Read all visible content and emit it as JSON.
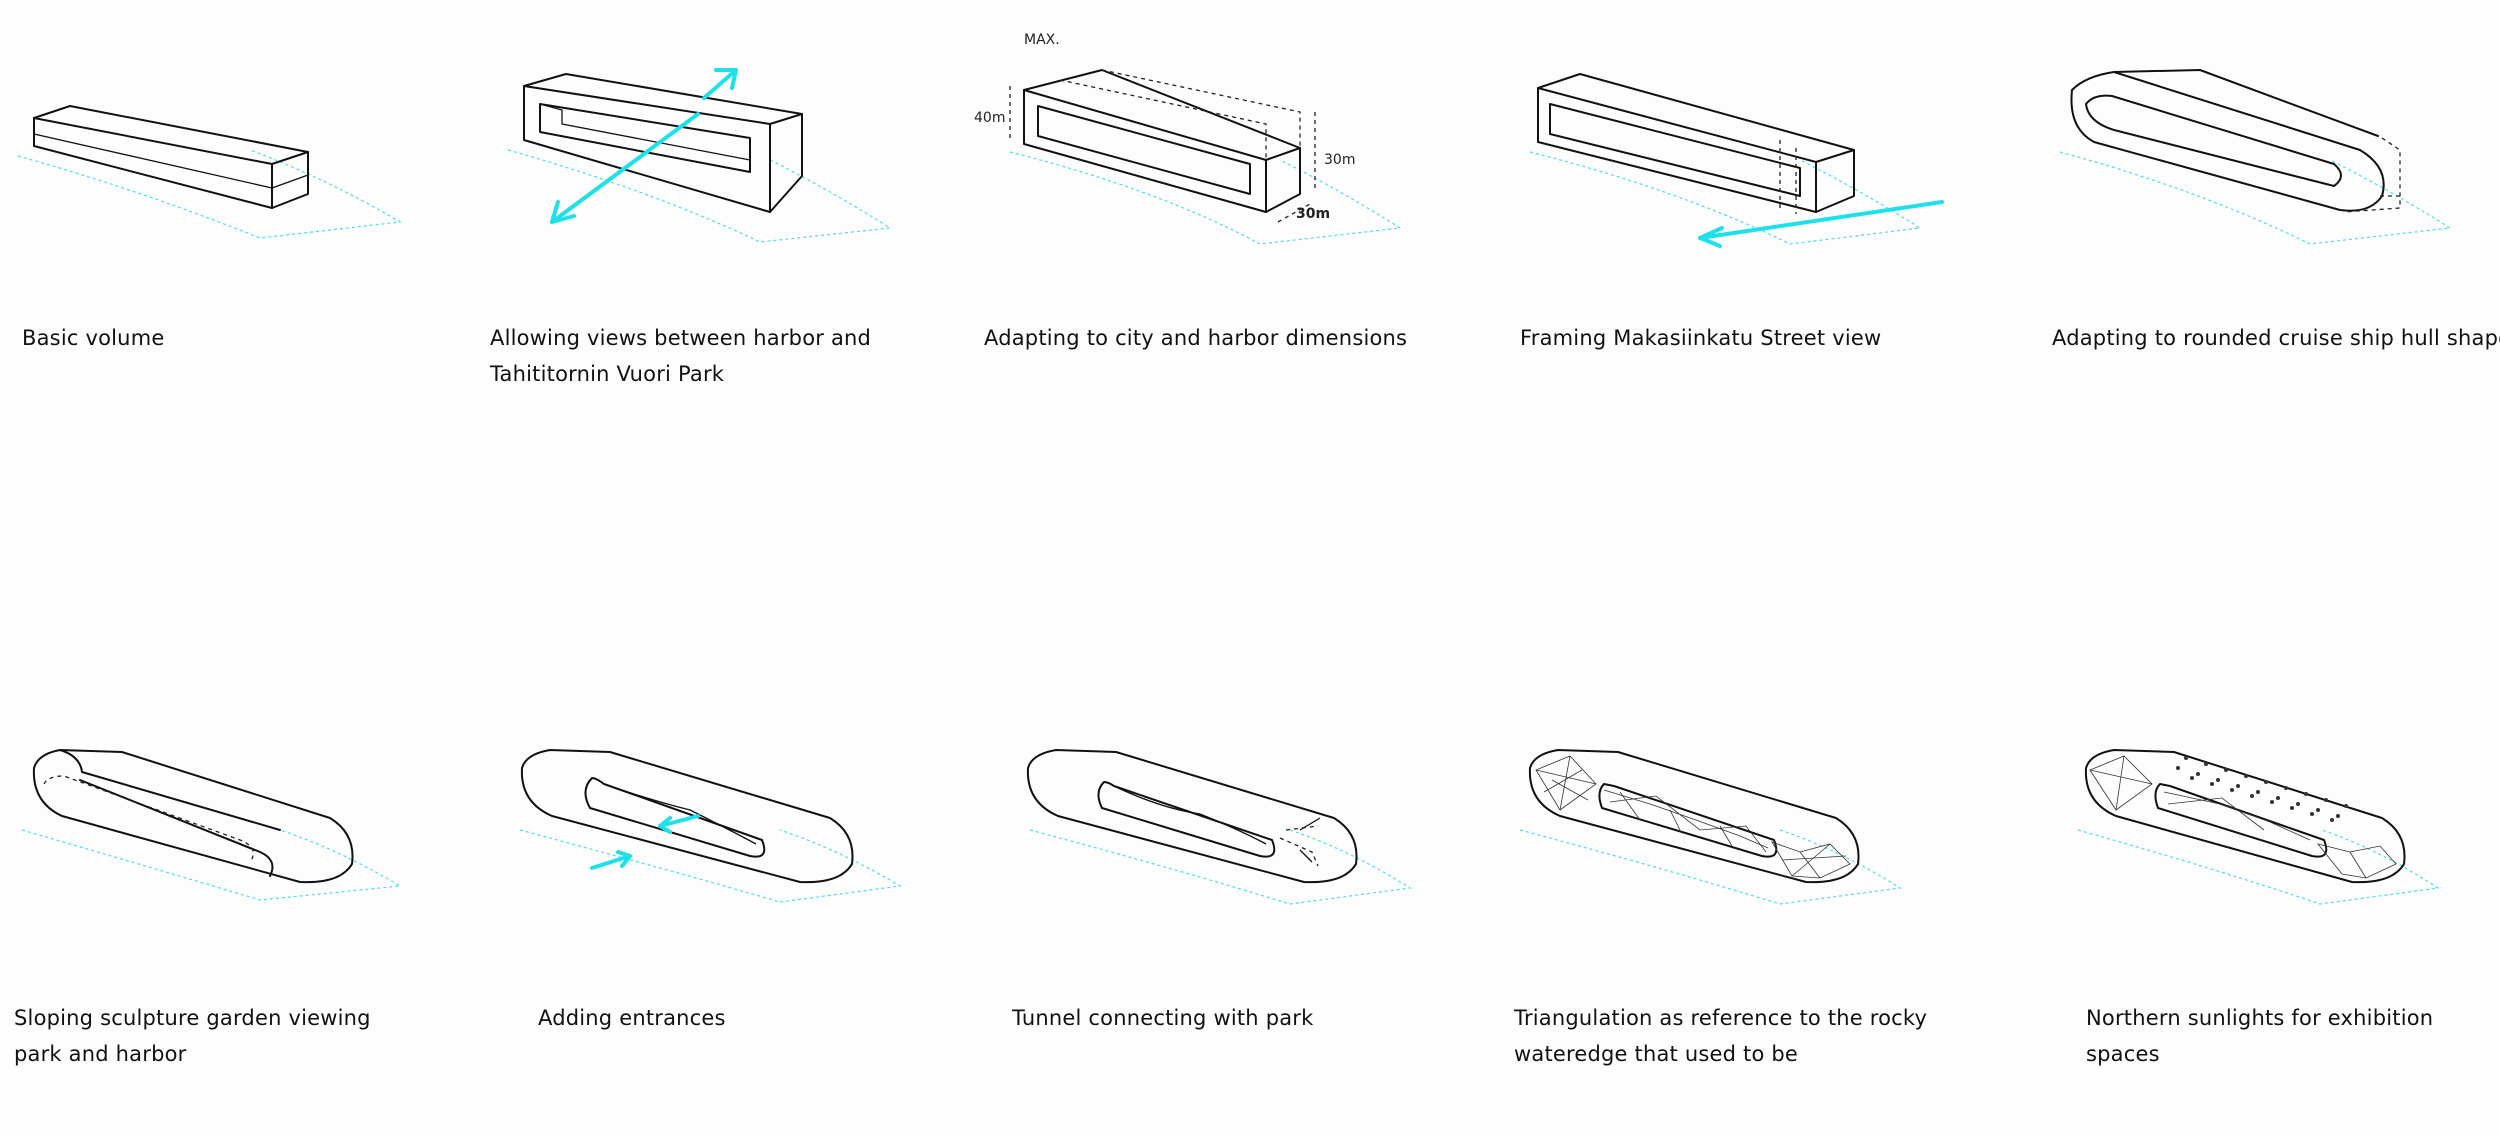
{
  "diagram": {
    "steps": [
      {
        "caption_line1": "Basic volume",
        "caption_line2": ""
      },
      {
        "caption_line1": "Allowing views between harbor and",
        "caption_line2": "Tahititornin Vuori Park"
      },
      {
        "caption_line1": "Adapting to city and harbor dimensions",
        "caption_line2": ""
      },
      {
        "caption_line1": "Framing Makasiinkatu Street view",
        "caption_line2": ""
      },
      {
        "caption_line1": "Adapting to rounded cruise ship hull shape",
        "caption_line2": ""
      },
      {
        "caption_line1": "Sloping sculpture garden viewing",
        "caption_line2": "park and harbor"
      },
      {
        "caption_line1": "Adding entrances",
        "caption_line2": ""
      },
      {
        "caption_line1": "Tunnel connecting with park",
        "caption_line2": ""
      },
      {
        "caption_line1": "Triangulation as reference to the rocky",
        "caption_line2": "wateredge that used to be"
      },
      {
        "caption_line1": "Northern sunlights for exhibition",
        "caption_line2": "spaces"
      }
    ],
    "dimensions": {
      "max_label": "MAX.",
      "height_label": "40m",
      "side_label": "30m",
      "depth_label": "30m"
    },
    "colors": {
      "accent": "#1ce1e8",
      "site_outline": "#48e0e0",
      "ink": "#111111",
      "background": "#fdfdfd"
    }
  }
}
